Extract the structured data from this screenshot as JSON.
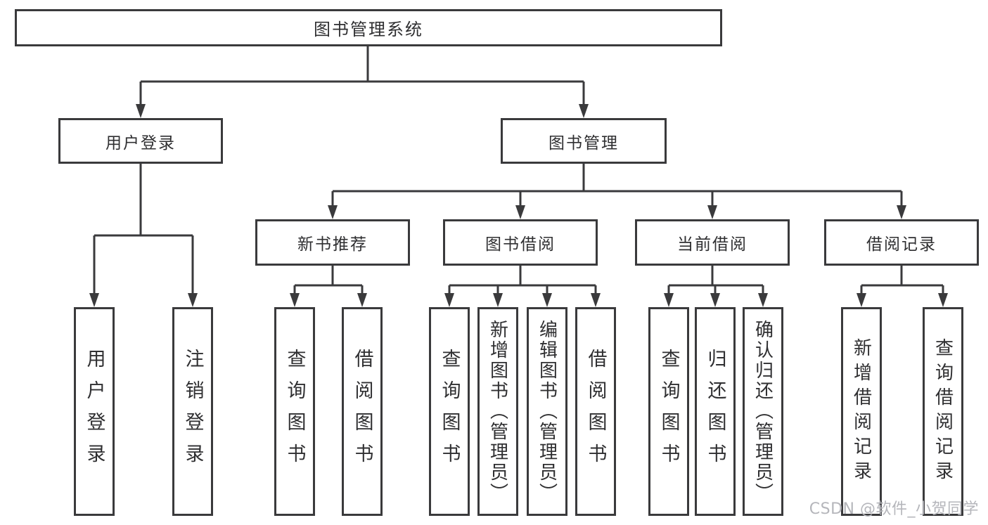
{
  "diagram": {
    "title": "图书管理系统",
    "type": "hierarchy-tree",
    "edges": [
      {
        "parent": "root",
        "children": [
          "user_login",
          "book_mgmt"
        ]
      },
      {
        "parent": "user_login",
        "children": [
          "leaf_user_login",
          "leaf_logout"
        ]
      },
      {
        "parent": "book_mgmt",
        "children": [
          "new_book_rec",
          "book_borrow",
          "current_borrow",
          "borrow_record"
        ]
      },
      {
        "parent": "new_book_rec",
        "children": [
          "leaf_query_book_newrec",
          "leaf_borrow_book_newrec"
        ]
      },
      {
        "parent": "book_borrow",
        "children": [
          "leaf_query_book_borrow",
          "leaf_add_book_admin",
          "leaf_edit_book_admin",
          "leaf_borrow_book_borrow"
        ]
      },
      {
        "parent": "current_borrow",
        "children": [
          "leaf_query_book_current",
          "leaf_return_book",
          "leaf_confirm_return_admin"
        ]
      },
      {
        "parent": "borrow_record",
        "children": [
          "leaf_add_borrow_record",
          "leaf_query_borrow_record"
        ]
      }
    ]
  },
  "nodes": {
    "root": {
      "label": "图书管理系统"
    },
    "user_login": {
      "label": "用户登录"
    },
    "book_mgmt": {
      "label": "图书管理"
    },
    "new_book_rec": {
      "label": "新书推荐"
    },
    "book_borrow": {
      "label": "图书借阅"
    },
    "current_borrow": {
      "label": "当前借阅"
    },
    "borrow_record": {
      "label": "借阅记录"
    },
    "leaf_user_login": {
      "label": "用户登录"
    },
    "leaf_logout": {
      "label": "注销登录"
    },
    "leaf_query_book_newrec": {
      "label": "查询图书"
    },
    "leaf_borrow_book_newrec": {
      "label": "借阅图书"
    },
    "leaf_query_book_borrow": {
      "label": "查询图书"
    },
    "leaf_add_book_admin": {
      "label": "新增图书（管理员）"
    },
    "leaf_edit_book_admin": {
      "label": "编辑图书（管理员）"
    },
    "leaf_borrow_book_borrow": {
      "label": "借阅图书"
    },
    "leaf_query_book_current": {
      "label": "查询图书"
    },
    "leaf_return_book": {
      "label": "归还图书"
    },
    "leaf_confirm_return_admin": {
      "label": "确认归还（管理员）"
    },
    "leaf_add_borrow_record": {
      "label": "新增借阅记录"
    },
    "leaf_query_borrow_record": {
      "label": "查询借阅记录"
    }
  },
  "watermark": {
    "text": "CSDN @软件_小贺同学"
  },
  "colors": {
    "line": "#3a3a3c",
    "text": "#2f2f31",
    "background": "#ffffff",
    "watermark": "#b5b6bb"
  }
}
